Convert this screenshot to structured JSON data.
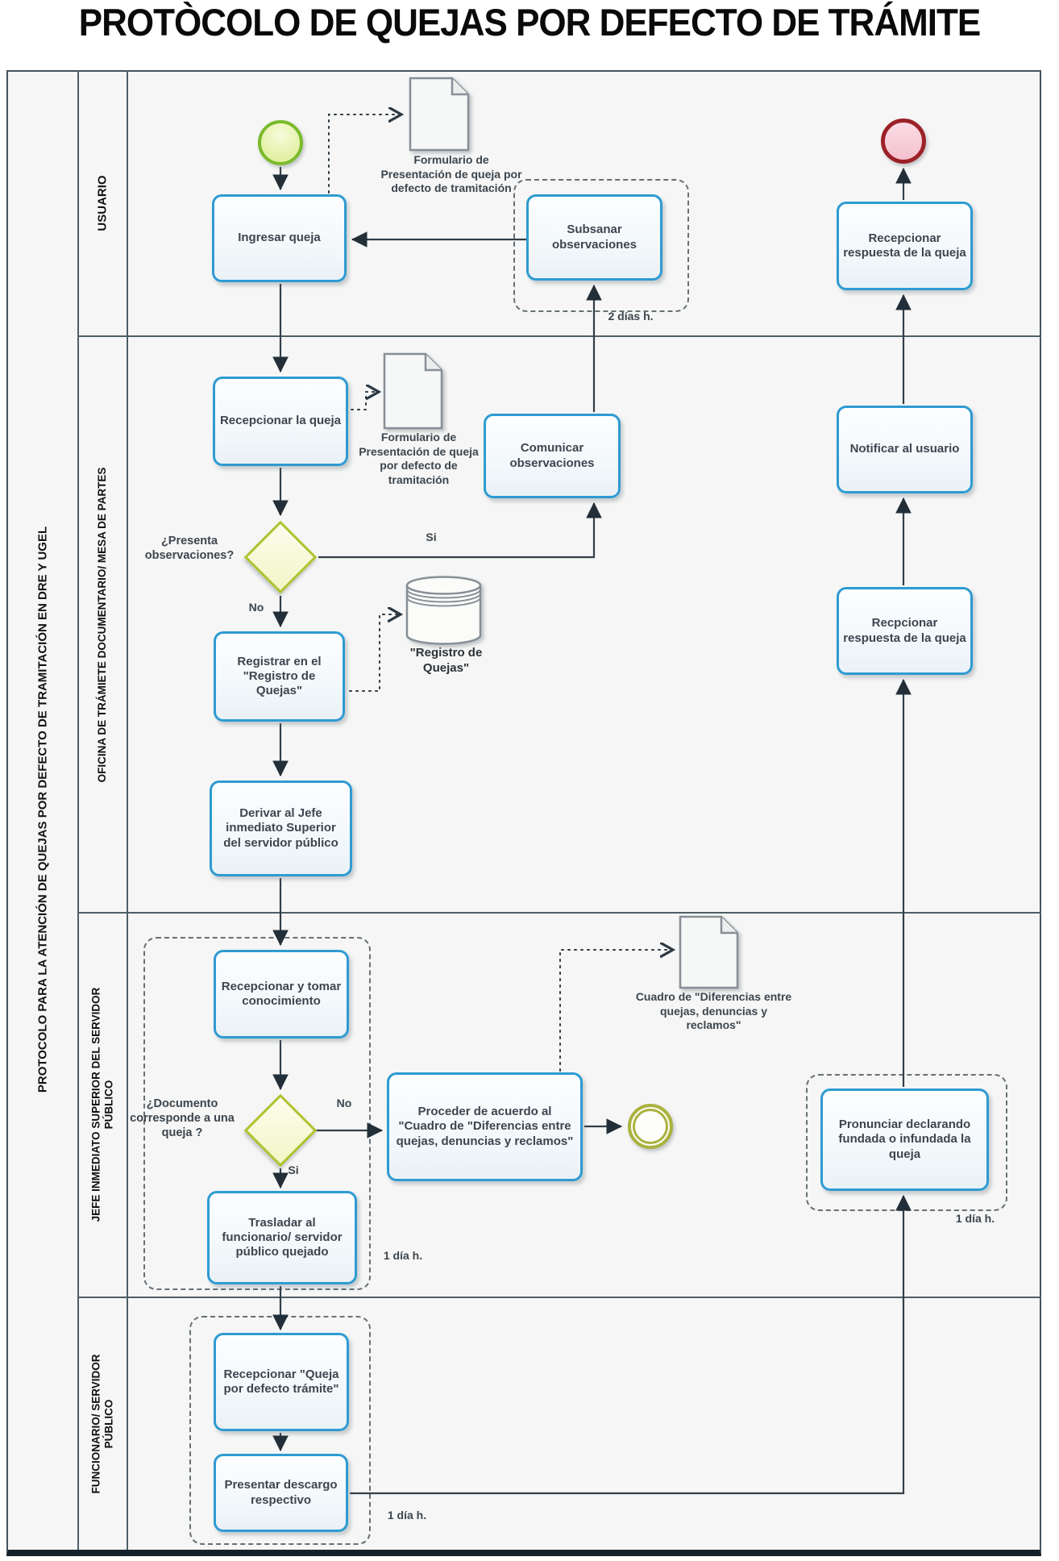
{
  "title": "PROTÒCOLO DE QUEJAS POR DEFECTO DE TRÁMITE",
  "pool": {
    "title": "PROTOCOLO PARA LA ATENCIÓN DE QUEJAS POR DEFECTO DE TRAMITACIÓN EN DRE Y UGEL"
  },
  "lanes": [
    {
      "label": "USUARIO"
    },
    {
      "label": "OFICINA DE TRÁMIETE DOCUMENTARIO/ MESA DE PARTES"
    },
    {
      "label": "JEFE INMEDIATO SUPERIOR DEL SERVIDOR PÚBLICO"
    },
    {
      "label": "FUNCIONARIO/ SERVIDOR PÚBLICO"
    }
  ],
  "tasks": {
    "ingresar": "Ingresar queja",
    "subsanar": "Subsanar observaciones",
    "recep_respuesta_usuario": "Recepcionar respuesta de la queja",
    "recep_la_queja": "Recepcionar la queja",
    "comunicar": "Comunicar observaciones",
    "registrar": "Registrar en el \"Registro de Quejas\"",
    "derivar": "Derivar al Jefe inmediato Superior del servidor público",
    "notificar": "Notificar al usuario",
    "recpcionar_respuesta": "Recpcionar respuesta de la queja",
    "recep_tomar": "Recepcionar y tomar conocimiento",
    "proceder": "Proceder de acuerdo al \"Cuadro de \"Diferencias entre quejas, denuncias y reclamos\"",
    "pronunciar": "Pronunciar declarando fundada o infundada la queja",
    "trasladar": "Trasladar al funcionario/ servidor público quejado",
    "recep_queja_defecto": "Recepcionar \"Queja por defecto trámite\"",
    "presentar": "Presentar descargo respectivo"
  },
  "gateways": {
    "presenta_observaciones": "¿Presenta observaciones?",
    "documento_corresponde": "¿Documento corresponde a una queja ?"
  },
  "artifacts": {
    "formulario1": "Formulario de Presentación de queja por defecto de tramitación",
    "formulario2": "Formulario de Presentación de queja por defecto de tramitación",
    "registro_quejas": "\"Registro de Quejas\"",
    "cuadro_diferencias": "Cuadro de \"Diferencias entre quejas, denuncias y reclamos\""
  },
  "edge_labels": {
    "si1": "Si",
    "no1": "No",
    "no2": "No",
    "si2": "Si",
    "timer_subsanar": "2 días h.",
    "timer_trasladar": "1 día h.",
    "timer_pronunciar": "1 día h.",
    "timer_presentar": "1 día h."
  },
  "colors": {
    "task_border": "#2e9bd2",
    "start_event": "#7aba2c",
    "end_event_red": "#9c2127",
    "end_event_olive": "#a9b23c",
    "gateway": "#aec32d",
    "flow_line": "#333f49",
    "artifact_outline": "#878f96"
  }
}
